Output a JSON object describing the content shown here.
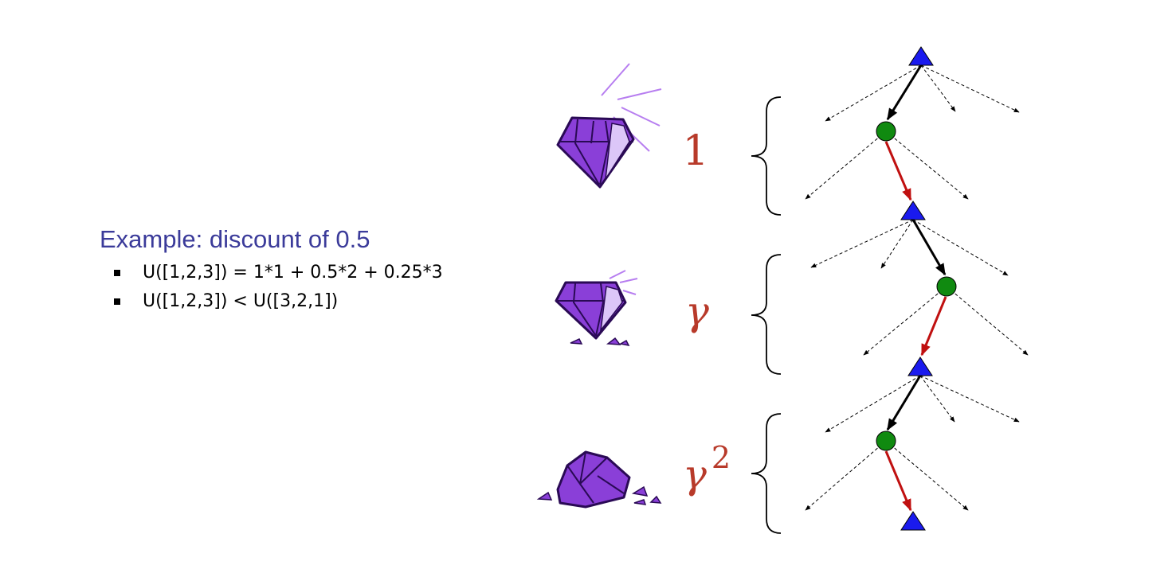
{
  "example": {
    "heading": "Example: discount of 0.5",
    "bullets": [
      "U([1,2,3]) = 1*1 + 0.5*2 + 0.25*3",
      "U([1,2,3]) < U([3,2,1])"
    ]
  },
  "weights": [
    {
      "label": "1",
      "superscript": ""
    },
    {
      "label": "γ",
      "superscript": ""
    },
    {
      "label": "γ",
      "superscript": "2"
    }
  ],
  "colors": {
    "heading": "#3b3b9a",
    "weight_label": "#b83a2a",
    "max_node": "#1a1aee",
    "chance_node": "#108a10",
    "chosen_action": "#000000",
    "sampled_outcome": "#c01010",
    "gem": "#8a3fd8"
  }
}
